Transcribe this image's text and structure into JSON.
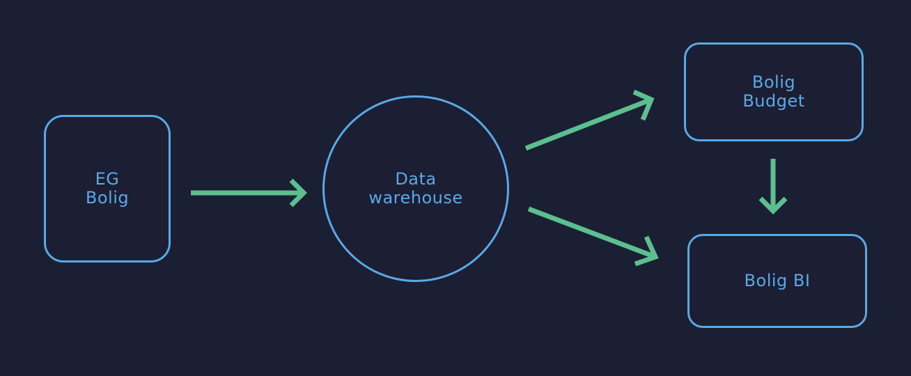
{
  "diagram": {
    "nodes": {
      "eg_bolig": "EG\nBolig",
      "data_warehouse": "Data\nwarehouse",
      "bolig_budget": "Bolig\nBudget",
      "bolig_bi": "Bolig BI"
    },
    "edges": [
      {
        "from": "EG Bolig",
        "to": "Data warehouse"
      },
      {
        "from": "Data warehouse",
        "to": "Bolig Budget"
      },
      {
        "from": "Data warehouse",
        "to": "Bolig BI"
      },
      {
        "from": "Bolig Budget",
        "to": "Bolig BI"
      }
    ],
    "colors": {
      "background": "#1b1f33",
      "node_border": "#5aa9e6",
      "node_text": "#5aa9e6",
      "arrow": "#5cbf8f"
    }
  }
}
